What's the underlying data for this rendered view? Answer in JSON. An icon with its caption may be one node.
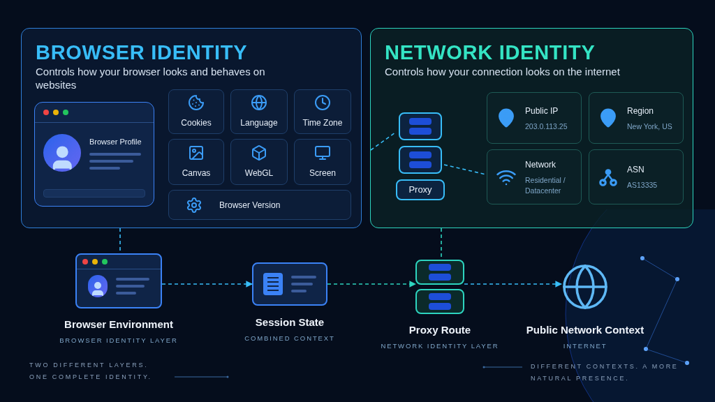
{
  "diagram": {
    "nodes": [
      {
        "text": [
          "BROWSER IDENTITY",
          "Controls how your browser looks and behaves on websites"
        ]
      },
      {
        "text": [
          "Browser Profile"
        ],
        "in": 0
      },
      {
        "text": [
          "Cookies"
        ],
        "in": 0
      },
      {
        "text": [
          "Language"
        ],
        "in": 0
      },
      {
        "text": [
          "Time Zone"
        ],
        "in": 0
      },
      {
        "text": [
          "Canvas"
        ],
        "in": 0
      },
      {
        "text": [
          "WebGL"
        ],
        "in": 0
      },
      {
        "text": [
          "Screen"
        ],
        "in": 0
      },
      {
        "text": [
          "Browser Version"
        ],
        "in": 0
      },
      {
        "text": [
          "NETWORK IDENTITY",
          "Controls how your connection looks on the internet"
        ]
      },
      {
        "text": [
          "Proxy"
        ],
        "in": 9
      },
      {
        "text": [
          "Public IP",
          "203.0.113.25"
        ],
        "in": 9
      },
      {
        "text": [
          "Region",
          "New York, US"
        ],
        "in": 9
      },
      {
        "text": [
          "Network",
          "Residential / Datacenter"
        ],
        "in": 9
      },
      {
        "text": [
          "ASN",
          "AS13335"
        ],
        "in": 9
      },
      {
        "text": [
          "Browser Environment",
          "BROWSER IDENTITY LAYER"
        ]
      },
      {
        "text": [
          "Session State",
          "COMBINED CONTEXT"
        ]
      },
      {
        "text": [
          "Proxy Route",
          "NETWORK IDENTITY LAYER"
        ]
      },
      {
        "text": [
          "Public Network Context",
          "INTERNET"
        ]
      }
    ],
    "edges": [
      {
        "from": 0,
        "to": 15,
        "arrow": "none",
        "style": "dashed"
      },
      {
        "from": 15,
        "to": 16,
        "arrow": "to",
        "style": "dashed"
      },
      {
        "from": 16,
        "to": 17,
        "arrow": "to",
        "style": "dashed",
        "color": "#2dd4bf"
      },
      {
        "from": 17,
        "to": 18,
        "arrow": "to",
        "style": "dashed"
      },
      {
        "from": 9,
        "to": 17,
        "arrow": "none",
        "style": "dashed",
        "color": "#2dd4bf"
      },
      {
        "from": null,
        "to": 10,
        "arrow": "none",
        "style": "dashed"
      },
      {
        "from": 10,
        "to": 13,
        "arrow": "none",
        "style": "dashed"
      }
    ],
    "labels": [
      "TWO DIFFERENT LAYERS. ONE COMPLETE IDENTITY.",
      "DIFFERENT CONTEXTS. A MORE NATURAL PRESENCE."
    ]
  }
}
